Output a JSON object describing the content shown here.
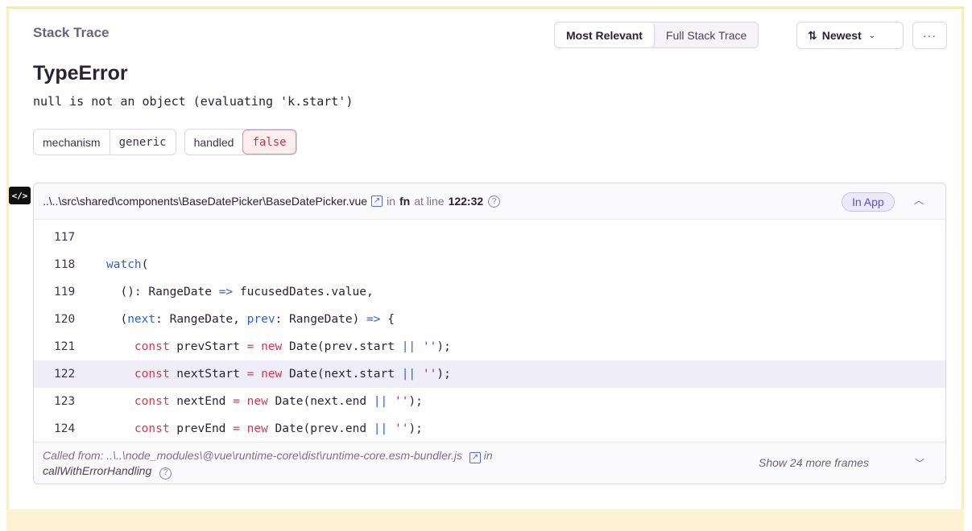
{
  "header": {
    "title": "Stack Trace",
    "view_toggle": [
      "Most Relevant",
      "Full Stack Trace"
    ],
    "sort_label": "Newest",
    "more_label": "···"
  },
  "exception": {
    "type": "TypeError",
    "value": "null is not an object (evaluating 'k.start')"
  },
  "tags": [
    {
      "key": "mechanism",
      "value": "generic"
    },
    {
      "key": "handled",
      "value": "false"
    }
  ],
  "code_badge": "</>",
  "frame": {
    "path": "..\\..\\src\\shared\\components\\BaseDatePicker\\BaseDatePicker.vue",
    "in_label": "in",
    "function": "fn",
    "at_line_label": "at line",
    "line_col": "122:32",
    "badge": "In App"
  },
  "code_lines": [
    {
      "n": "117"
    },
    {
      "n": "118"
    },
    {
      "n": "119"
    },
    {
      "n": "120"
    },
    {
      "n": "121"
    },
    {
      "n": "122"
    },
    {
      "n": "123"
    },
    {
      "n": "124"
    }
  ],
  "footer": {
    "called_from": "Called from: ..\\..\\node_modules\\@vue\\runtime-core\\dist\\runtime-core.esm-bundler.js",
    "in_label": "in",
    "function": "callWithErrorHandling",
    "more_frames": "Show 24 more frames"
  },
  "colors": {
    "accent": "#5b4fd1",
    "keyword": "#d23a4e",
    "error": "#c4384a"
  }
}
